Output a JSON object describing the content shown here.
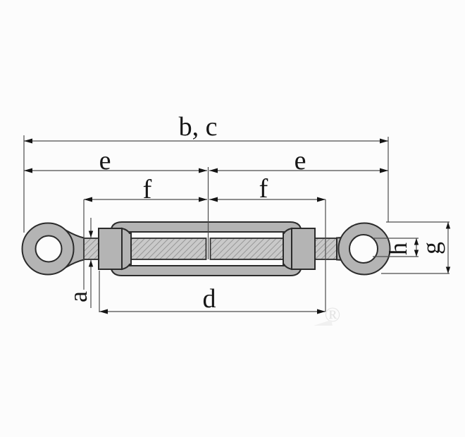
{
  "figure": {
    "kind": "engineering-dimension-drawing",
    "part": "turnbuckle-eye-and-eye"
  },
  "labels": {
    "overall_length": "b, c",
    "e_left": "e",
    "e_right": "e",
    "f_left": "f",
    "f_right": "f",
    "rod_diameter": "a",
    "body_length": "d",
    "eye_hole": "h",
    "eye_outer": "g"
  },
  "watermark": "®",
  "colors": {
    "background": "#fcfcfc",
    "part_fill": "#b4b4b4",
    "hatch_fill": "#c9c9c9",
    "hatch_line": "#868686",
    "outline": "#2b2b2b",
    "dimension_line": "#4d4d4d",
    "label_text": "#161616",
    "watermark": "#e4e4e4"
  }
}
